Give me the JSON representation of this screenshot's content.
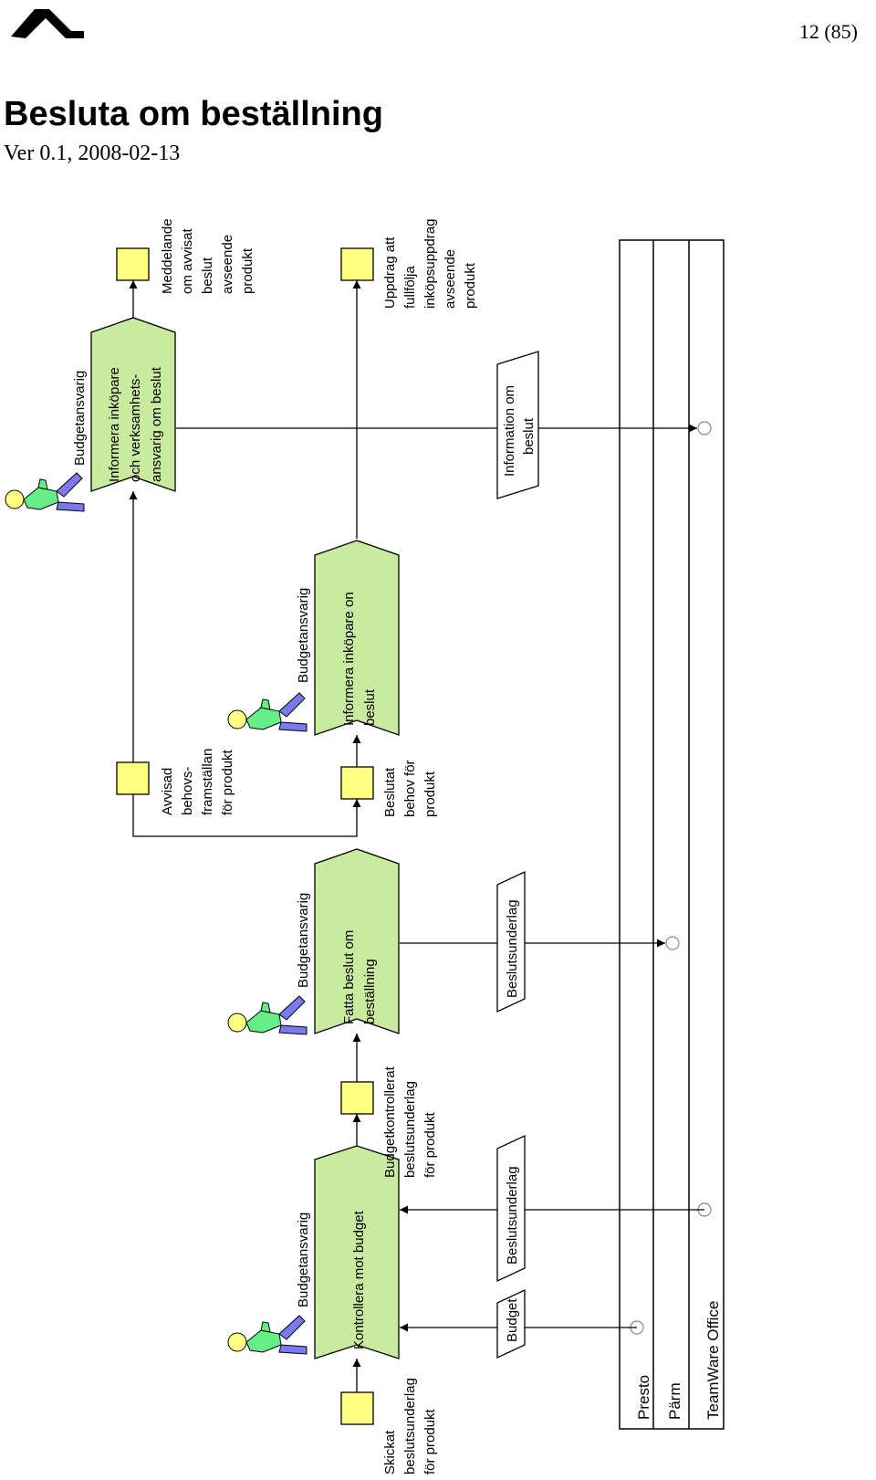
{
  "header": {
    "page_number": "12 (85)",
    "title": "Besluta om beställning",
    "version": "Ver 0.1, 2008-02-13"
  },
  "diagram": {
    "functions": {
      "f1": {
        "lines": [
          "Kontrollera mot budget"
        ],
        "role": "Budgetansvarig"
      },
      "f2": {
        "lines": [
          "Fatta beslut om",
          "beställning"
        ],
        "role": "Budgetansvarig"
      },
      "f3": {
        "lines": [
          "Informera inköpare on",
          "beslut"
        ],
        "role": "Budgetansvarig"
      },
      "f4": {
        "lines": [
          "Informera inköpare",
          "och verksamhets-",
          "ansvarig om beslut"
        ],
        "role": "Budgetansvarig"
      }
    },
    "events": {
      "e1": {
        "lines": [
          "Skickat",
          "beslutsunderlag",
          "för produkt"
        ]
      },
      "e2": {
        "lines": [
          "Budgetkontrollerat",
          "beslutsunderlag",
          "för produkt"
        ]
      },
      "e3": {
        "lines": [
          "Beslutat",
          "behov för",
          "produkt"
        ]
      },
      "e4": {
        "lines": [
          "Avvisad",
          "behovs-",
          "framställan",
          "för produkt"
        ]
      },
      "e5": {
        "lines": [
          "Uppdrag att",
          "fullfölja",
          "inköpsuppdrag",
          "avseende",
          "produkt"
        ]
      },
      "e6": {
        "lines": [
          "Meddelande",
          "om avvisat",
          "beslut",
          "avseende",
          "produkt"
        ]
      }
    },
    "documents": {
      "d1": {
        "lines": [
          "Budget"
        ]
      },
      "d2": {
        "lines": [
          "Beslutsunderlag"
        ]
      },
      "d3": {
        "lines": [
          "Beslutsunderlag"
        ]
      },
      "d4": {
        "lines": [
          "Information om",
          "beslut"
        ]
      }
    },
    "systems": {
      "s1": {
        "label": "Presto"
      },
      "s2": {
        "label": "Pärm"
      },
      "s3": {
        "label": "TeamWare Office"
      }
    },
    "colors": {
      "function_fill": "#c8eba0",
      "event_fill": "#ffff80",
      "person_head": "#ffff80",
      "person_body": "#66ee88",
      "person_legs": "#7a7aee"
    }
  }
}
